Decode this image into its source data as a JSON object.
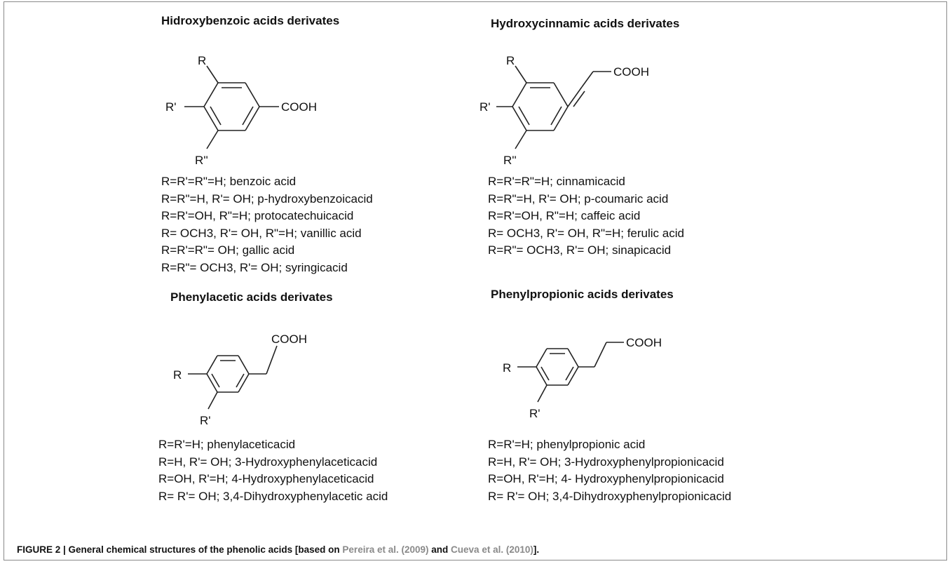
{
  "panels": [
    {
      "title": "Hidroxybenzoic acids derivates",
      "substituents": [
        "R",
        "R'",
        "R''"
      ],
      "group": "COOH",
      "lines": [
        "R=R'=R\"=H; benzoic acid",
        "R=R\"=H, R'= OH; p-hydroxybenzoicacid",
        "R=R'=OH, R\"=H; protocatechuicacid",
        "R= OCH3, R'= OH, R\"=H;  vanillic acid",
        "R=R'=R\"= OH; gallic acid",
        "R=R\"= OCH3, R'= OH; syringicacid"
      ]
    },
    {
      "title": "Hydroxycinnamic acids derivates",
      "substituents": [
        "R",
        "R'",
        "R''"
      ],
      "group": "COOH",
      "lines": [
        "R=R'=R\"=H; cinnamicacid",
        "R=R\"=H, R'= OH; p-coumaric acid",
        "R=R'=OH, R\"=H; caffeic acid",
        "R= OCH3, R'= OH, R\"=H;  ferulic acid",
        "R=R\"= OCH3, R'= OH; sinapicacid"
      ]
    },
    {
      "title": "Phenylacetic acids derivates",
      "substituents": [
        "R",
        "R'"
      ],
      "group": "COOH",
      "lines": [
        "R=R'=H; phenylaceticacid",
        "R=H, R'= OH; 3-Hydroxyphenylaceticacid",
        "R=OH, R'=H; 4-Hydroxyphenylaceticacid",
        "R= R'= OH; 3,4-Dihydroxyphenylacetic acid"
      ]
    },
    {
      "title": "Phenylpropionic acids derivates",
      "substituents": [
        "R",
        "R'"
      ],
      "group": "COOH",
      "lines": [
        "R=R'=H; phenylpropionic acid",
        "R=H, R'= OH; 3-Hydroxyphenylpropionicacid",
        "R=OH, R'=H; 4- Hydroxyphenylpropionicacid",
        "R= R'= OH; 3,4-Dihydroxyphenylpropionicacid"
      ]
    }
  ],
  "caption": {
    "prefix": "FIGURE 2 | General chemical structures of the phenolic acids [based on",
    "ref1": "Pereira et al. (2009)",
    "middle": "and",
    "ref2": "Cueva et al. (2010)",
    "suffix": "]."
  }
}
